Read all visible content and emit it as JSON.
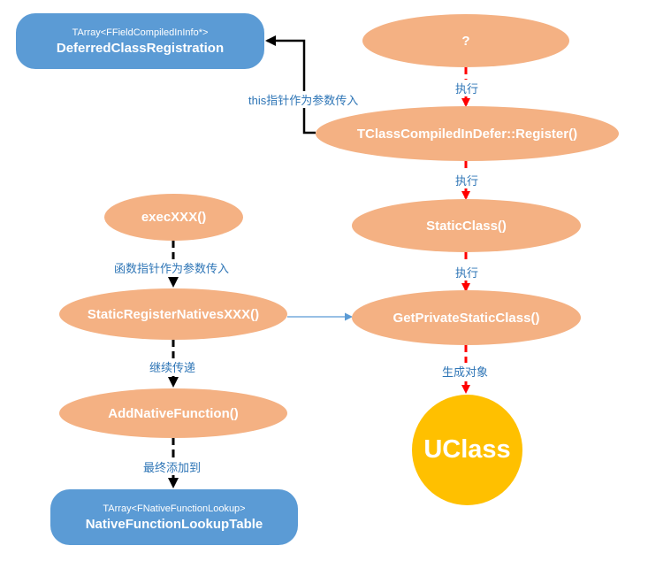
{
  "nodes": {
    "deferred_registration": {
      "sub": "TArray<FFieldCompiledInInfo*>",
      "main": "DeferredClassRegistration"
    },
    "unknown_caller": "?",
    "register": "TClassCompiledInDefer::Register()",
    "static_class": "StaticClass()",
    "get_private_static_class": "GetPrivateStaticClass()",
    "uclass": "UClass",
    "exec_xxx": "execXXX()",
    "static_register_natives": "StaticRegisterNativesXXX()",
    "add_native_function": "AddNativeFunction()",
    "native_lookup_table": {
      "sub": "TArray<FNativeFunctionLookup>",
      "main": "NativeFunctionLookupTable"
    }
  },
  "edge_labels": {
    "exec_1": "执行",
    "this_pointer": "this指针作为参数传入",
    "exec_2": "执行",
    "exec_3": "执行",
    "generate_object": "生成对象",
    "function_pointer": "函数指针作为参数传入",
    "continue_pass": "继续传递",
    "finally_add": "最终添加到"
  },
  "colors": {
    "ellipse_fill": "#f4b183",
    "rect_fill": "#5b9bd5",
    "uclass_fill": "#ffc000",
    "red_arrow": "#ff0000",
    "black_arrow": "#000000",
    "blue_arrow": "#5b9bd5",
    "label_text": "#2e75b6"
  }
}
